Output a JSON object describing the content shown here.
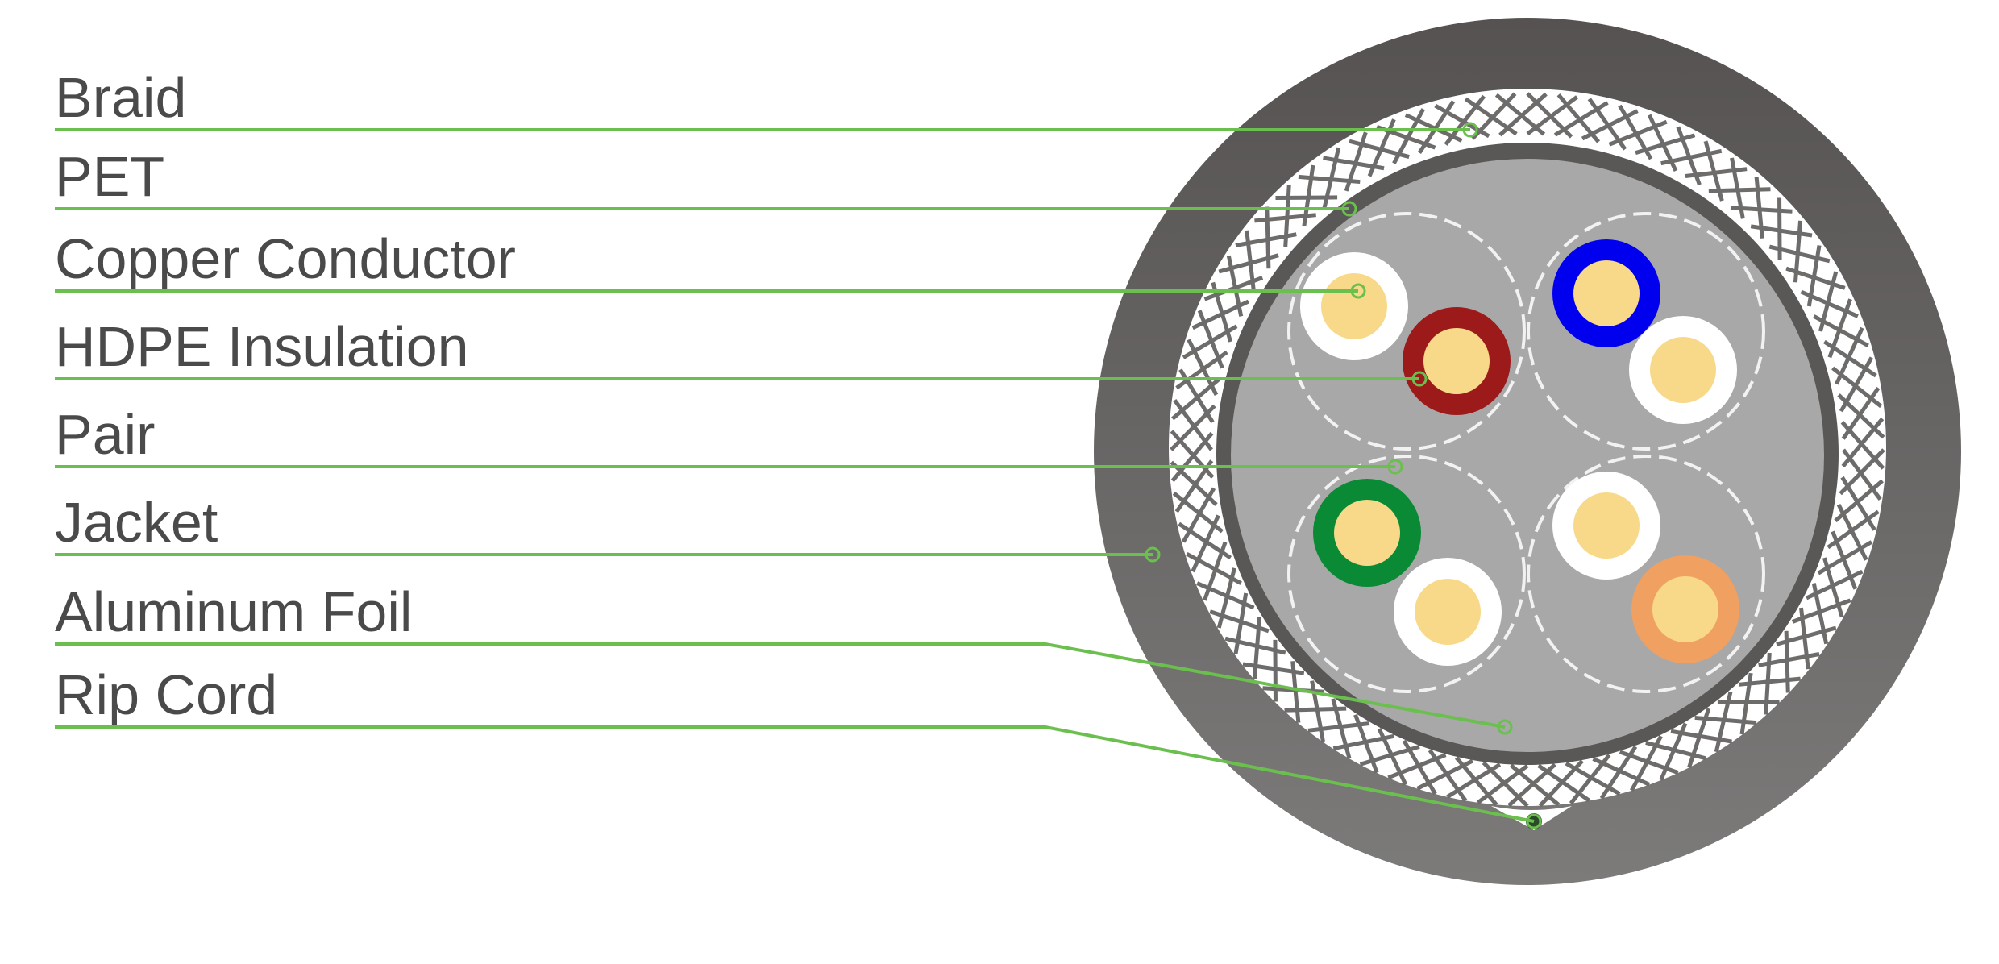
{
  "labels": [
    {
      "id": "braid",
      "text": "Braid"
    },
    {
      "id": "pet",
      "text": "PET"
    },
    {
      "id": "copper-conductor",
      "text": "Copper Conductor"
    },
    {
      "id": "hdpe-insulation",
      "text": "HDPE Insulation"
    },
    {
      "id": "pair",
      "text": "Pair"
    },
    {
      "id": "jacket",
      "text": "Jacket"
    },
    {
      "id": "aluminum-foil",
      "text": "Aluminum Foil"
    },
    {
      "id": "rip-cord",
      "text": "Rip Cord"
    }
  ],
  "colors": {
    "leader": "#6bbf4e",
    "jacket": "#5f5c5b",
    "braid_bg": "#ffffff",
    "braid_wire": "#6e6c6b",
    "pet": "#5a5857",
    "foil": "#a8a8a8",
    "conductor": "#f8d98a",
    "pair_colors": [
      "#9c1a1a",
      "#0000ee",
      "#0a8a35",
      "#f0a060"
    ]
  }
}
